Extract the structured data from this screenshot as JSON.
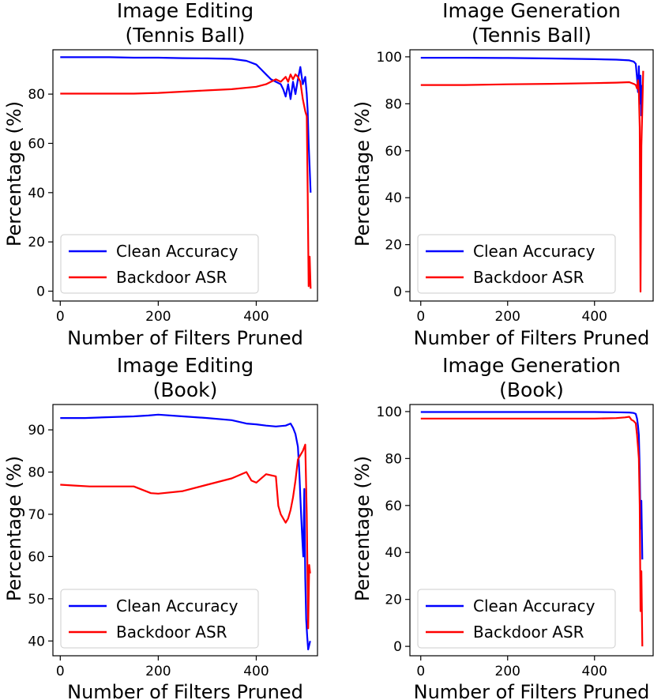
{
  "chart_data": [
    {
      "type": "line",
      "title": [
        "Image Editing",
        "(Tennis Ball)"
      ],
      "xlabel": "Number of Filters Pruned",
      "ylabel": "Percentage (%)",
      "xlim": [
        -15,
        525
      ],
      "ylim": [
        -4,
        98
      ],
      "xticks": [
        0,
        200,
        400
      ],
      "yticks": [
        0,
        20,
        40,
        60,
        80
      ],
      "legend": "lower-left",
      "series": [
        {
          "name": "Clean Accuracy",
          "color": "#0000ff",
          "x": [
            0,
            50,
            100,
            150,
            200,
            250,
            300,
            350,
            380,
            400,
            410,
            420,
            430,
            440,
            450,
            455,
            460,
            465,
            470,
            475,
            480,
            485,
            490,
            495,
            500,
            503,
            505,
            507,
            509,
            511
          ],
          "y": [
            95,
            95,
            95,
            94.8,
            94.8,
            94.6,
            94.5,
            94.3,
            93.5,
            92,
            90,
            88,
            86,
            85,
            84,
            82,
            79,
            84,
            78,
            85,
            80,
            86,
            91,
            84,
            87,
            80,
            73,
            60,
            50,
            40
          ]
        },
        {
          "name": "Backdoor ASR",
          "color": "#ff0000",
          "x": [
            0,
            50,
            100,
            150,
            200,
            250,
            300,
            350,
            400,
            420,
            440,
            450,
            460,
            465,
            470,
            475,
            480,
            485,
            490,
            495,
            500,
            503,
            505,
            507,
            509,
            511
          ],
          "y": [
            80.2,
            80.2,
            80.2,
            80.2,
            80.5,
            81,
            81.5,
            82,
            83,
            84,
            86,
            85,
            87,
            85,
            88,
            86,
            88,
            87,
            85,
            78,
            73,
            71,
            40,
            2,
            14,
            1
          ]
        }
      ]
    },
    {
      "type": "line",
      "title": [
        "Image Generation",
        "(Tennis Ball)"
      ],
      "xlabel": "Number of Filters Pruned",
      "ylabel": "Percentage (%)",
      "xlim": [
        -25,
        535
      ],
      "ylim": [
        -4,
        103
      ],
      "xticks": [
        0,
        200,
        400
      ],
      "yticks": [
        0,
        20,
        40,
        60,
        80,
        100
      ],
      "legend": "lower-left",
      "series": [
        {
          "name": "Clean Accuracy",
          "color": "#0000ff",
          "x": [
            0,
            100,
            200,
            300,
            400,
            450,
            480,
            490,
            495,
            498,
            500,
            502,
            504,
            506,
            508,
            510
          ],
          "y": [
            99.6,
            99.6,
            99.5,
            99.3,
            99,
            98.8,
            98.5,
            98,
            97,
            91,
            85,
            96,
            80,
            92,
            75,
            88
          ]
        },
        {
          "name": "Backdoor ASR",
          "color": "#ff0000",
          "x": [
            0,
            100,
            200,
            300,
            400,
            450,
            480,
            490,
            495,
            498,
            500,
            502,
            504,
            506,
            508,
            510,
            512
          ],
          "y": [
            88,
            88,
            88.3,
            88.5,
            88.8,
            89,
            89.2,
            88.5,
            88,
            86.5,
            90,
            85,
            70,
            0,
            62,
            78,
            94
          ]
        }
      ]
    },
    {
      "type": "line",
      "title": [
        "Image Editing",
        "(Book)"
      ],
      "xlabel": "Number of Filters Pruned",
      "ylabel": "Percentage (%)",
      "xlim": [
        -15,
        525
      ],
      "ylim": [
        36.5,
        96
      ],
      "xticks": [
        0,
        200,
        400
      ],
      "yticks": [
        40,
        50,
        60,
        70,
        80,
        90
      ],
      "legend": "lower-left",
      "series": [
        {
          "name": "Clean Accuracy",
          "color": "#0000ff",
          "x": [
            0,
            50,
            100,
            150,
            180,
            200,
            250,
            300,
            350,
            380,
            400,
            420,
            440,
            460,
            470,
            475,
            480,
            485,
            488,
            490,
            492,
            494,
            496,
            498,
            500,
            502,
            504,
            506,
            508,
            510
          ],
          "y": [
            92.8,
            92.8,
            93,
            93.2,
            93.4,
            93.6,
            93.2,
            92.8,
            92.3,
            91.5,
            91.3,
            91,
            90.8,
            91,
            91.5,
            90.5,
            89,
            86,
            80,
            74,
            69,
            64,
            60,
            76,
            55,
            45,
            41,
            38,
            39,
            40
          ]
        },
        {
          "name": "Backdoor ASR",
          "color": "#ff0000",
          "x": [
            0,
            30,
            60,
            100,
            150,
            185,
            200,
            250,
            300,
            350,
            380,
            390,
            400,
            420,
            440,
            445,
            450,
            455,
            460,
            465,
            470,
            475,
            480,
            485,
            490,
            495,
            500,
            503,
            506,
            508,
            510
          ],
          "y": [
            77,
            76.8,
            76.6,
            76.6,
            76.6,
            75,
            74.9,
            75.5,
            77,
            78.5,
            80,
            78,
            77.5,
            79.5,
            79,
            72,
            70,
            69,
            68,
            69,
            71,
            74,
            78,
            83,
            84,
            85,
            86.5,
            70,
            43,
            58,
            56
          ]
        }
      ]
    },
    {
      "type": "line",
      "title": [
        "Image Generation",
        "(Book)"
      ],
      "xlabel": "Number of Filters Pruned",
      "ylabel": "Percentage (%)",
      "xlim": [
        -25,
        535
      ],
      "ylim": [
        -4,
        103
      ],
      "xticks": [
        0,
        200,
        400
      ],
      "yticks": [
        0,
        20,
        40,
        60,
        80,
        100
      ],
      "legend": "lower-left",
      "series": [
        {
          "name": "Clean Accuracy",
          "color": "#0000ff",
          "x": [
            0,
            100,
            200,
            300,
            400,
            450,
            480,
            490,
            495,
            498,
            500,
            502,
            504,
            506,
            508,
            510
          ],
          "y": [
            99.8,
            99.8,
            99.8,
            99.8,
            99.8,
            99.7,
            99.6,
            99.4,
            99,
            97,
            94,
            90,
            75,
            50,
            62,
            37
          ]
        },
        {
          "name": "Backdoor ASR",
          "color": "#ff0000",
          "x": [
            0,
            100,
            200,
            300,
            400,
            450,
            470,
            480,
            485,
            490,
            495,
            498,
            500,
            502,
            504,
            506,
            508,
            510
          ],
          "y": [
            97,
            97,
            97,
            97,
            97,
            97.2,
            97.5,
            97.8,
            96.5,
            96,
            95,
            90,
            85,
            80,
            60,
            15,
            32,
            0
          ]
        }
      ]
    }
  ]
}
